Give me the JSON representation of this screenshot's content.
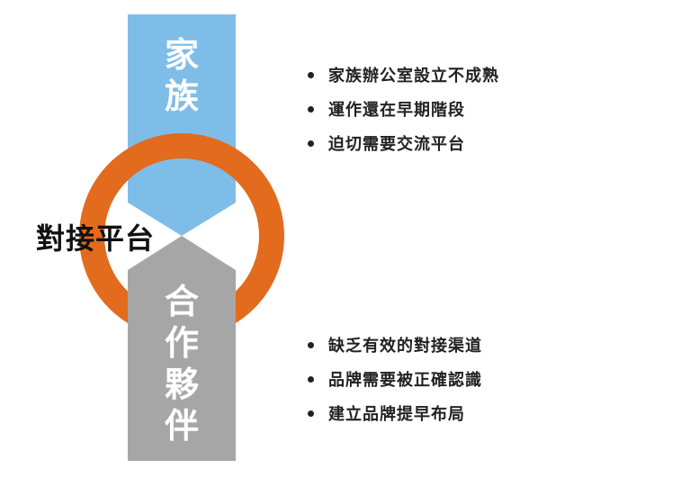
{
  "colors": {
    "family_arrow": "#7fbde9",
    "partner_arrow": "#a6a6a6",
    "ring": "#e26b1d",
    "text_dark": "#222222",
    "text_light": "#ffffff"
  },
  "family": {
    "label_chars": [
      "家",
      "族"
    ],
    "points": [
      "家族辦公室設立不成熟",
      "運作還在早期階段",
      "迫切需要交流平台"
    ]
  },
  "partner": {
    "label_chars": [
      "合",
      "作",
      "夥",
      "伴"
    ],
    "points": [
      "缺乏有效的對接渠道",
      "品牌需要被正確認識",
      "建立品牌提早布局"
    ]
  },
  "center": {
    "label": "對接平台"
  }
}
